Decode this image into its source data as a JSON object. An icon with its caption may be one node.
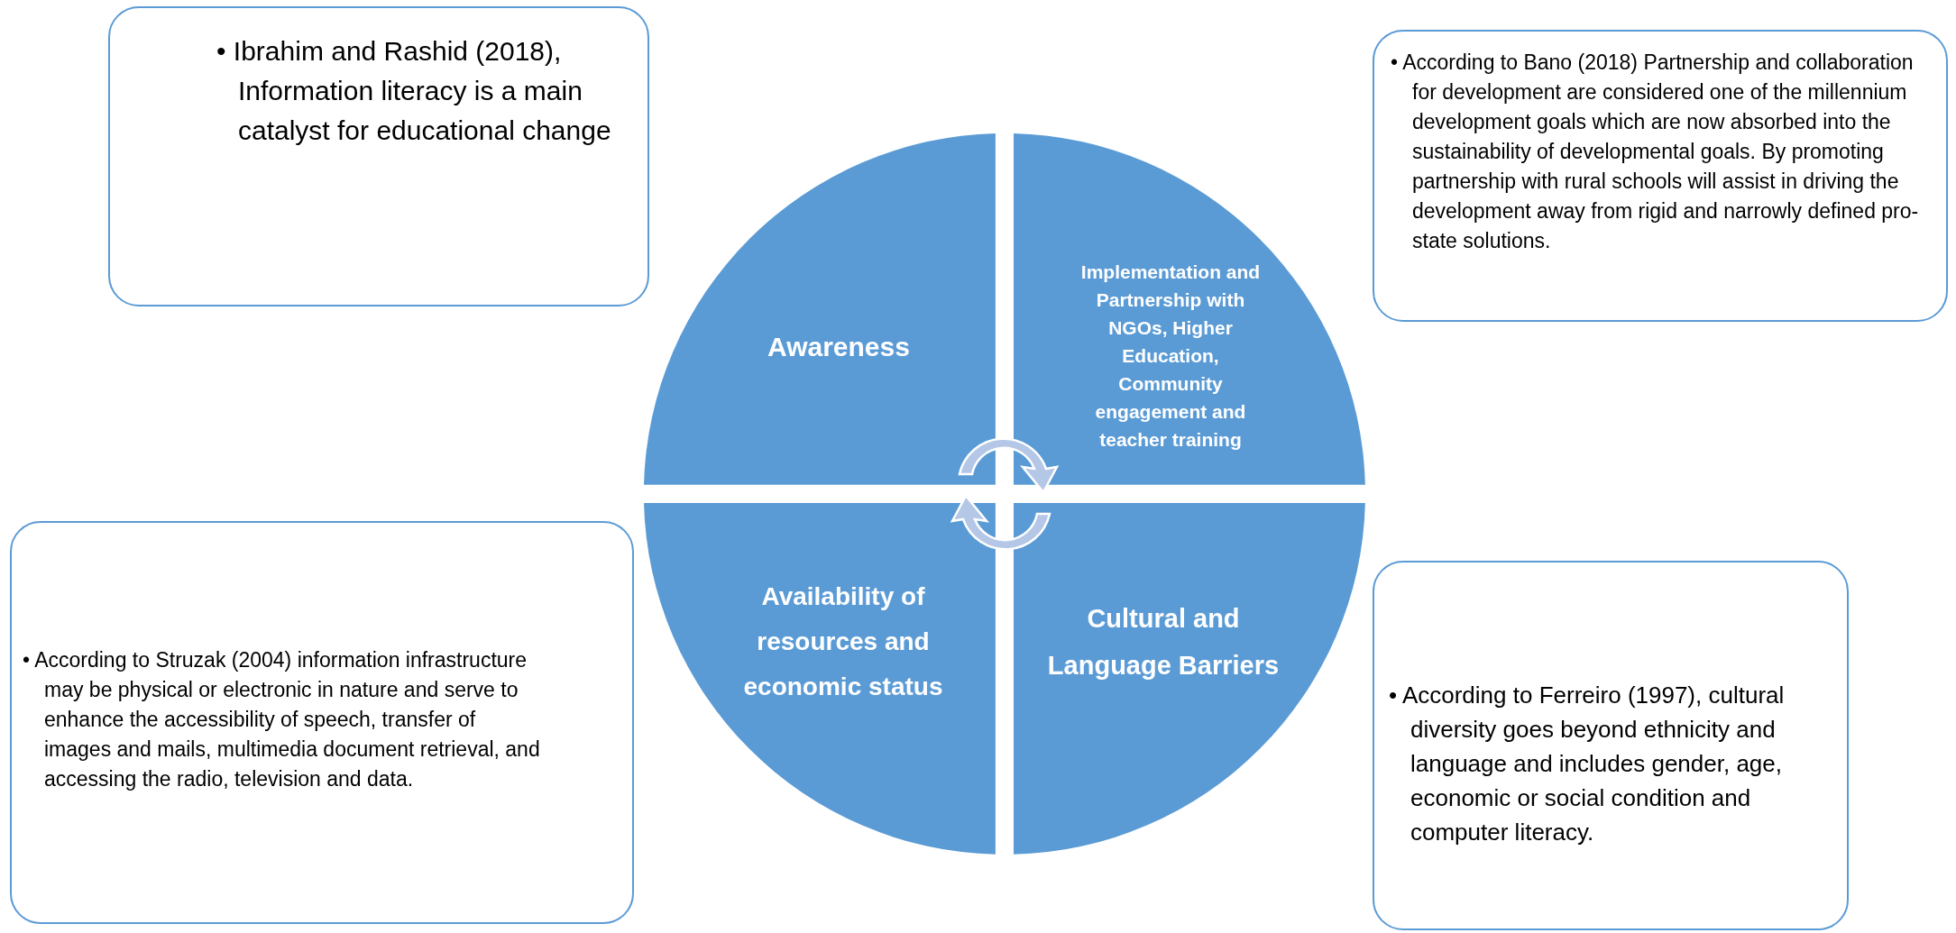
{
  "diagram": {
    "nodes": [
      {
        "text": [
          "• Ibrahim and Rashid (2018), Information literacy is a main catalyst for educational change"
        ]
      },
      {
        "text": [
          "Awareness"
        ]
      },
      {
        "text": [
          "Implementation and Partnership with NGOs, Higher Education, Community engagement and teacher training"
        ]
      },
      {
        "text": [
          "• According to Bano (2018) Partnership and collaboration for development are considered one of the millennium development goals which are now absorbed into the sustainability of developmental goals. By promoting partnership with rural schools will assist in driving the development away from rigid and narrowly defined pro-state solutions."
        ]
      },
      {
        "text": [
          "• According to Struzak (2004) information infrastructure may be physical or electronic in nature and serve to enhance the accessibility of speech, transfer of images and mails, multimedia document retrieval, and accessing the radio, television and data."
        ]
      },
      {
        "text": [
          "Availability of resources and economic status"
        ]
      },
      {
        "text": [
          "Cultural and Language Barriers"
        ]
      },
      {
        "text": [
          "• According to Ferreiro (1997), cultural diversity goes beyond ethnicity and language and includes gender, age, economic or social condition and computer literacy."
        ]
      }
    ]
  }
}
